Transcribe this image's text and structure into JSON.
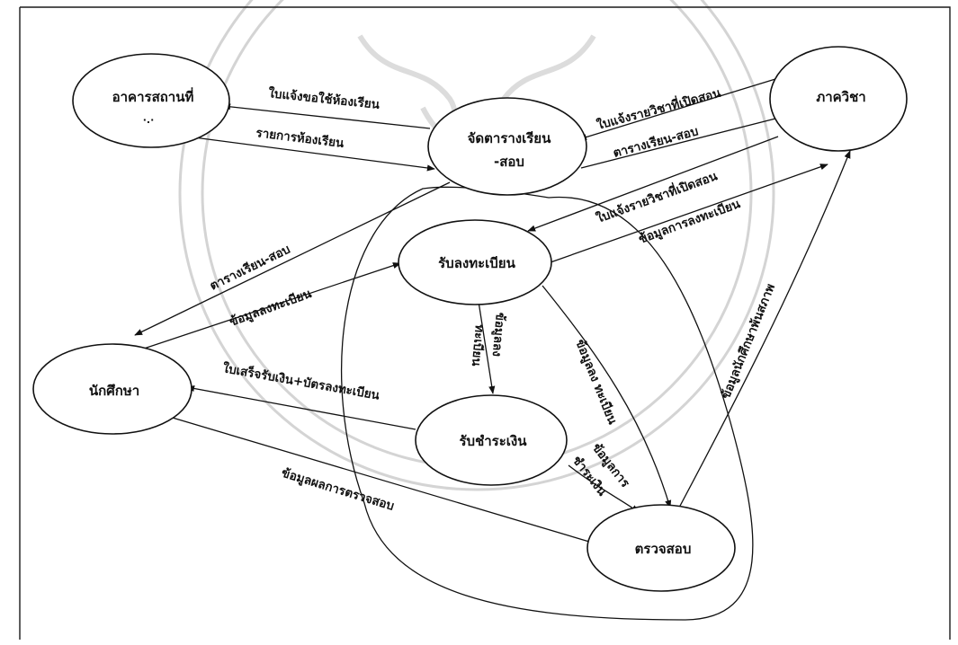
{
  "nodes": {
    "building": "อาคารสถานที่",
    "building_mark": "·.·",
    "scheduling": "จัดตารางเรียน",
    "scheduling_line2": "-สอบ",
    "department": "ภาควิชา",
    "registration": "รับลงทะเบียน",
    "student": "นักศึกษา",
    "payment": "รับชำระเงิน",
    "audit": "ตรวจสอบ"
  },
  "flows": {
    "room_request": "ใบแจ้งขอใช้ห้องเรียน",
    "room_list": "รายการห้องเรียน",
    "course_offer_to_schedule": "ใบแจ้งรายวิชาที่เปิดสอน",
    "schedule_to_department": "ตารางเรียน-สอบ",
    "course_offer_to_registration": "ใบแจ้งรายวิชาที่เปิดสอน",
    "registration_to_department": "ข้อมูลการลงทะเบียน",
    "schedule_to_student": "ตารางเรียน-สอบ",
    "student_to_registration": "ข้อมูลลงทะเบียน",
    "registration_to_payment_1": "ข้อมูลลง",
    "registration_to_payment_2": "ทะเบียน",
    "registration_to_audit": "ข้อมูลลง ทะเบียน",
    "receipt_to_student": "ใบเสร็จรับเงิน+บัตรลงทะเบียน",
    "payment_to_audit_1": "ข้อมูลการ",
    "payment_to_audit_2": "ชำระเงิน",
    "audit_to_student": "ข้อมูลผลการตรวจสอบ",
    "audit_to_department": "ข้อมูลนักศึกษาพ้นสภาพ"
  }
}
